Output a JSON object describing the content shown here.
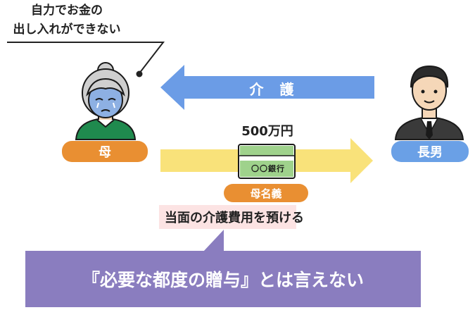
{
  "speech_bubble": {
    "line1": "自力でお金の",
    "line2": "出し入れができない"
  },
  "mother": {
    "label": "母"
  },
  "eldest_son": {
    "label": "長男"
  },
  "care_arrow": {
    "label": "介 護"
  },
  "money_transfer": {
    "amount": "500万円",
    "bank_name": "〇〇銀行",
    "account_holder_label": "母名義"
  },
  "deposit_note": "当面の介護費用を預ける",
  "conclusion": "『必要な都度の贈与』とは言えない",
  "colors": {
    "orange": "#e98f32",
    "blue_arrow": "#6b9ce6",
    "yellow_arrow": "#f9e27a",
    "purple": "#8a7dbf",
    "pink_highlight": "#fce3e3",
    "passbook_green": "#9fd28c"
  }
}
